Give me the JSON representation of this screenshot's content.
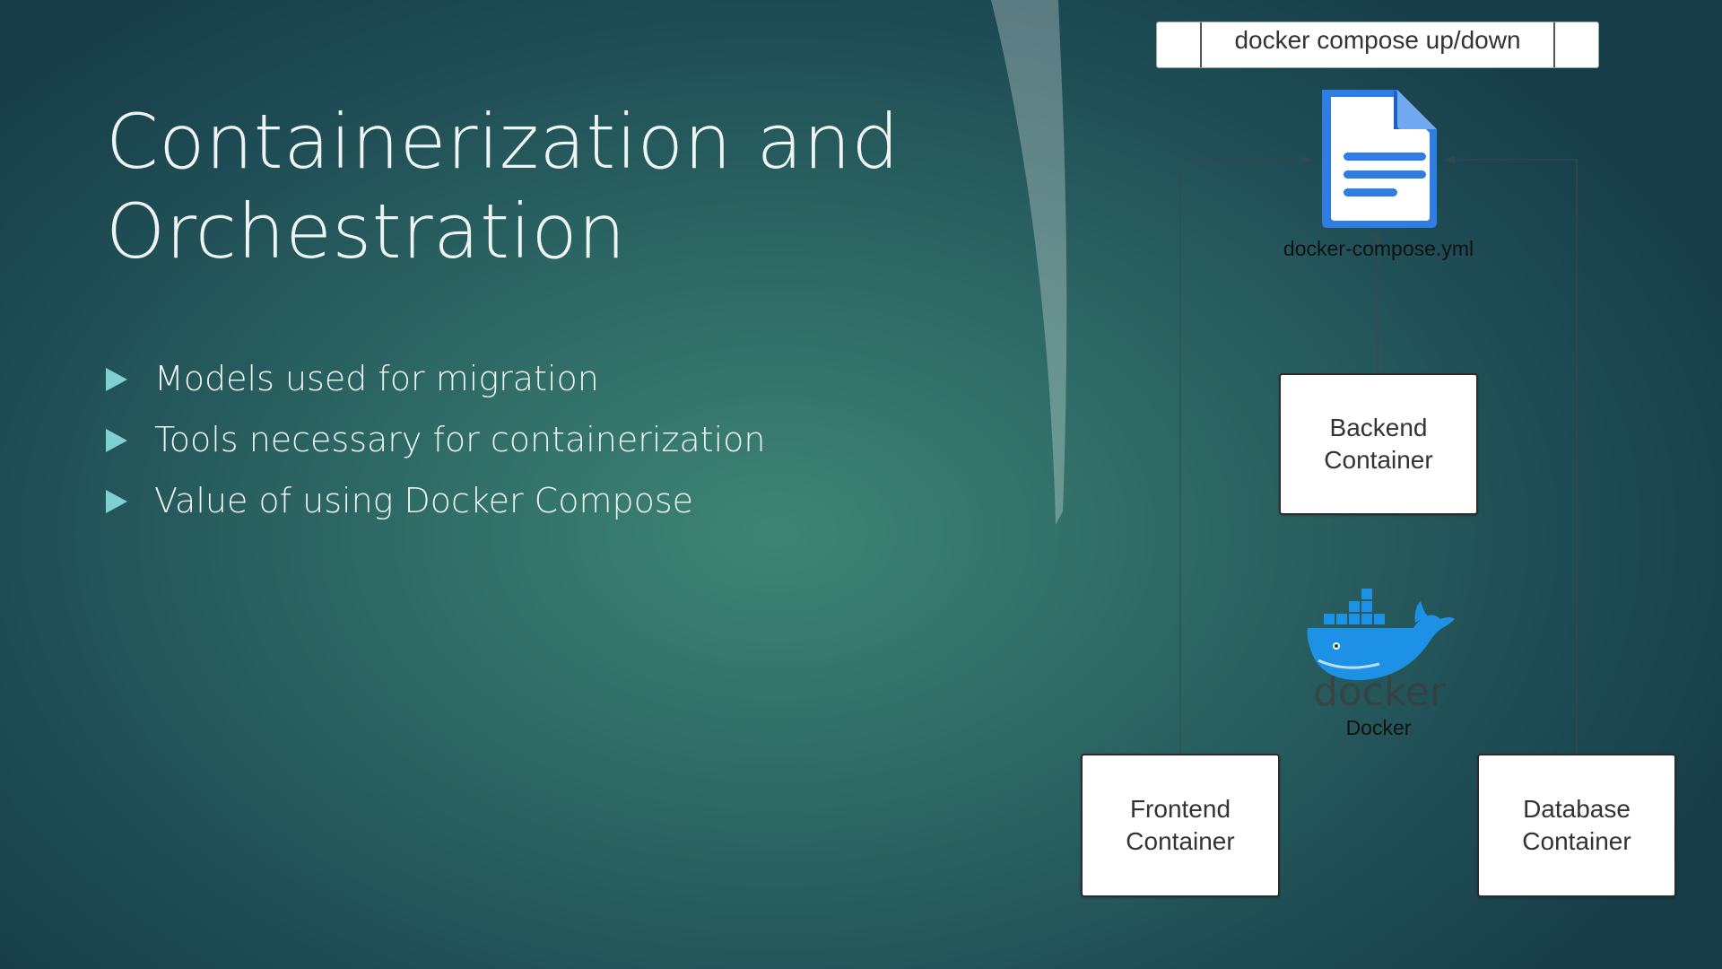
{
  "slide": {
    "title_lines": [
      "Containerization and",
      "Orchestration"
    ],
    "bullets": [
      "Models used for migration",
      "Tools necessary for containerization",
      "Value of using Docker Compose"
    ]
  },
  "diagram": {
    "command_bar": {
      "label": "docker compose up/down"
    },
    "compose_file": {
      "icon": "document-icon",
      "label": "docker-compose.yml"
    },
    "backend": {
      "label": "Backend\nContainer"
    },
    "docker": {
      "icon": "docker-whale-icon",
      "logo_text": "docker",
      "label": "Docker"
    },
    "frontend": {
      "label": "Frontend\nContainer"
    },
    "database": {
      "label": "Database\nContainer"
    }
  },
  "colors": {
    "accent": "#7fd0cf",
    "doc_icon_blue": "#2f7de1",
    "docker_blue": "#1d91e6"
  }
}
